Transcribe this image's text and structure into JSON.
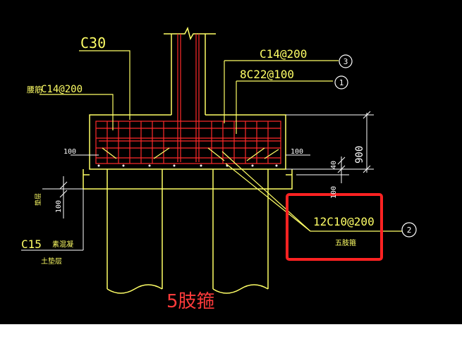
{
  "labels": {
    "concrete_grade": "C30",
    "side_label_cn": "腰筋",
    "side_rebar": "C14@200",
    "top_rebar": "C14@200",
    "main_rebar": "8C22@100",
    "callout_1": "1",
    "callout_2": "2",
    "callout_3": "3",
    "cover_left": "100",
    "cover_right": "100",
    "height_900": "900",
    "dim_40": "40",
    "dim_100_right": "100",
    "cushion_label_cn": "垫层",
    "cushion_thickness": "100",
    "c15": "C15",
    "c15_cn": "素混凝",
    "soil_cn": "土垫层",
    "stirrup_rebar": "12C10@200",
    "stirrup_cn": "五肢箍",
    "annotation": "5肢箍"
  },
  "colors": {
    "background": "#000000",
    "outline": "#ffff66",
    "rebar": "#ff2a2a",
    "dimension": "#ffffff",
    "highlight": "#ff2222",
    "annotation": "#ff3b3b"
  }
}
